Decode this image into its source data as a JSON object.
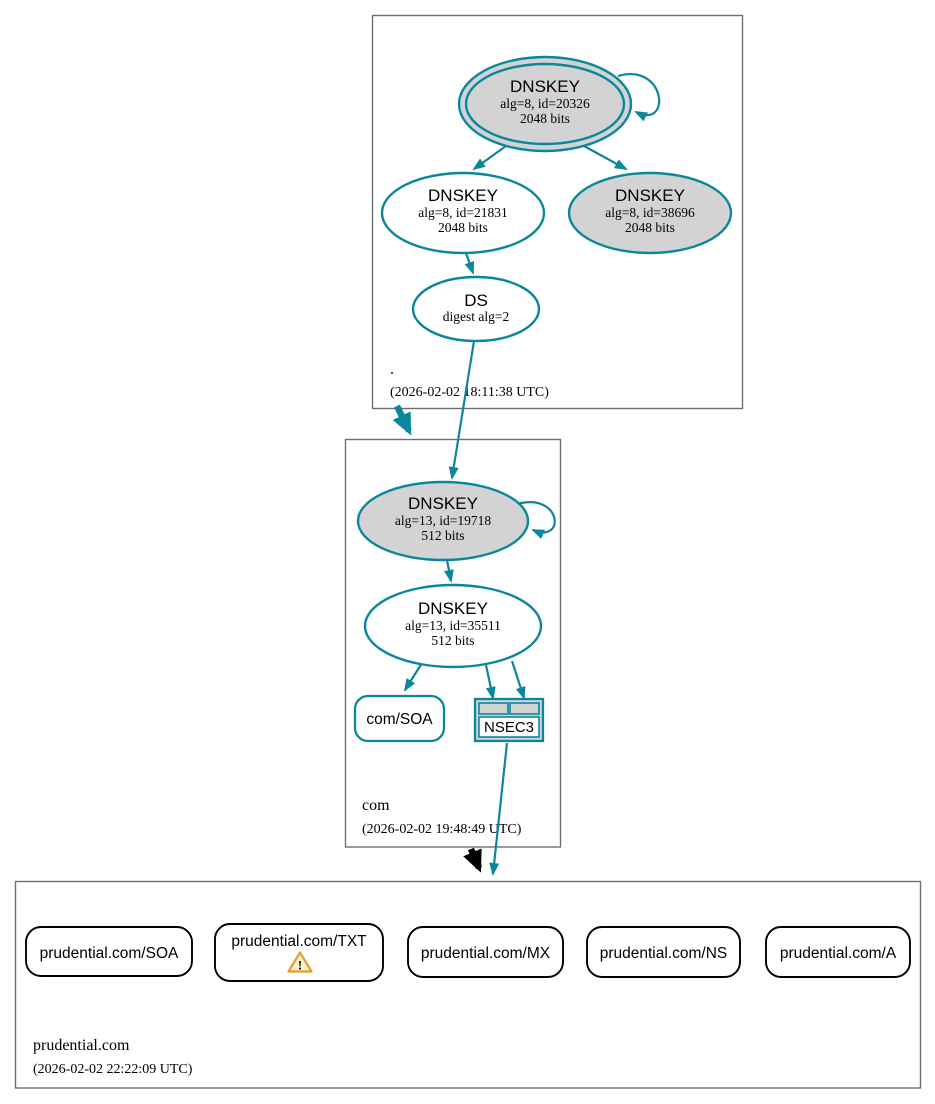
{
  "colors": {
    "accent_secure": "#0a879a",
    "node_gray_fill": "#d3d3d3",
    "node_white_fill": "#ffffff",
    "zone_box_border": "#6e6e6e",
    "rrset_border": "#000000",
    "warning_fill": "#fdf4cf",
    "warning_border": "#e8a33d"
  },
  "zones": {
    "root": {
      "name": ".",
      "timestamp": "(2026-02-02 18:11:38 UTC)",
      "ksk": {
        "title": "DNSKEY",
        "alg": "alg=8, id=20326",
        "bits": "2048 bits"
      },
      "zsk": {
        "title": "DNSKEY",
        "alg": "alg=8, id=21831",
        "bits": "2048 bits"
      },
      "key2": {
        "title": "DNSKEY",
        "alg": "alg=8, id=38696",
        "bits": "2048 bits"
      },
      "ds": {
        "title": "DS",
        "digest": "digest alg=2"
      }
    },
    "com": {
      "name": "com",
      "timestamp": "(2026-02-02 19:48:49 UTC)",
      "ksk": {
        "title": "DNSKEY",
        "alg": "alg=13, id=19718",
        "bits": "512 bits"
      },
      "zsk": {
        "title": "DNSKEY",
        "alg": "alg=13, id=35511",
        "bits": "512 bits"
      },
      "soa": {
        "label": "com/SOA"
      },
      "nsec3": {
        "label": "NSEC3"
      }
    },
    "prudential": {
      "name": "prudential.com",
      "timestamp": "(2026-02-02 22:22:09 UTC)",
      "rrsets": [
        {
          "label": "prudential.com/SOA"
        },
        {
          "label": "prudential.com/TXT",
          "warning": "!"
        },
        {
          "label": "prudential.com/MX"
        },
        {
          "label": "prudential.com/NS"
        },
        {
          "label": "prudential.com/A"
        }
      ]
    }
  }
}
